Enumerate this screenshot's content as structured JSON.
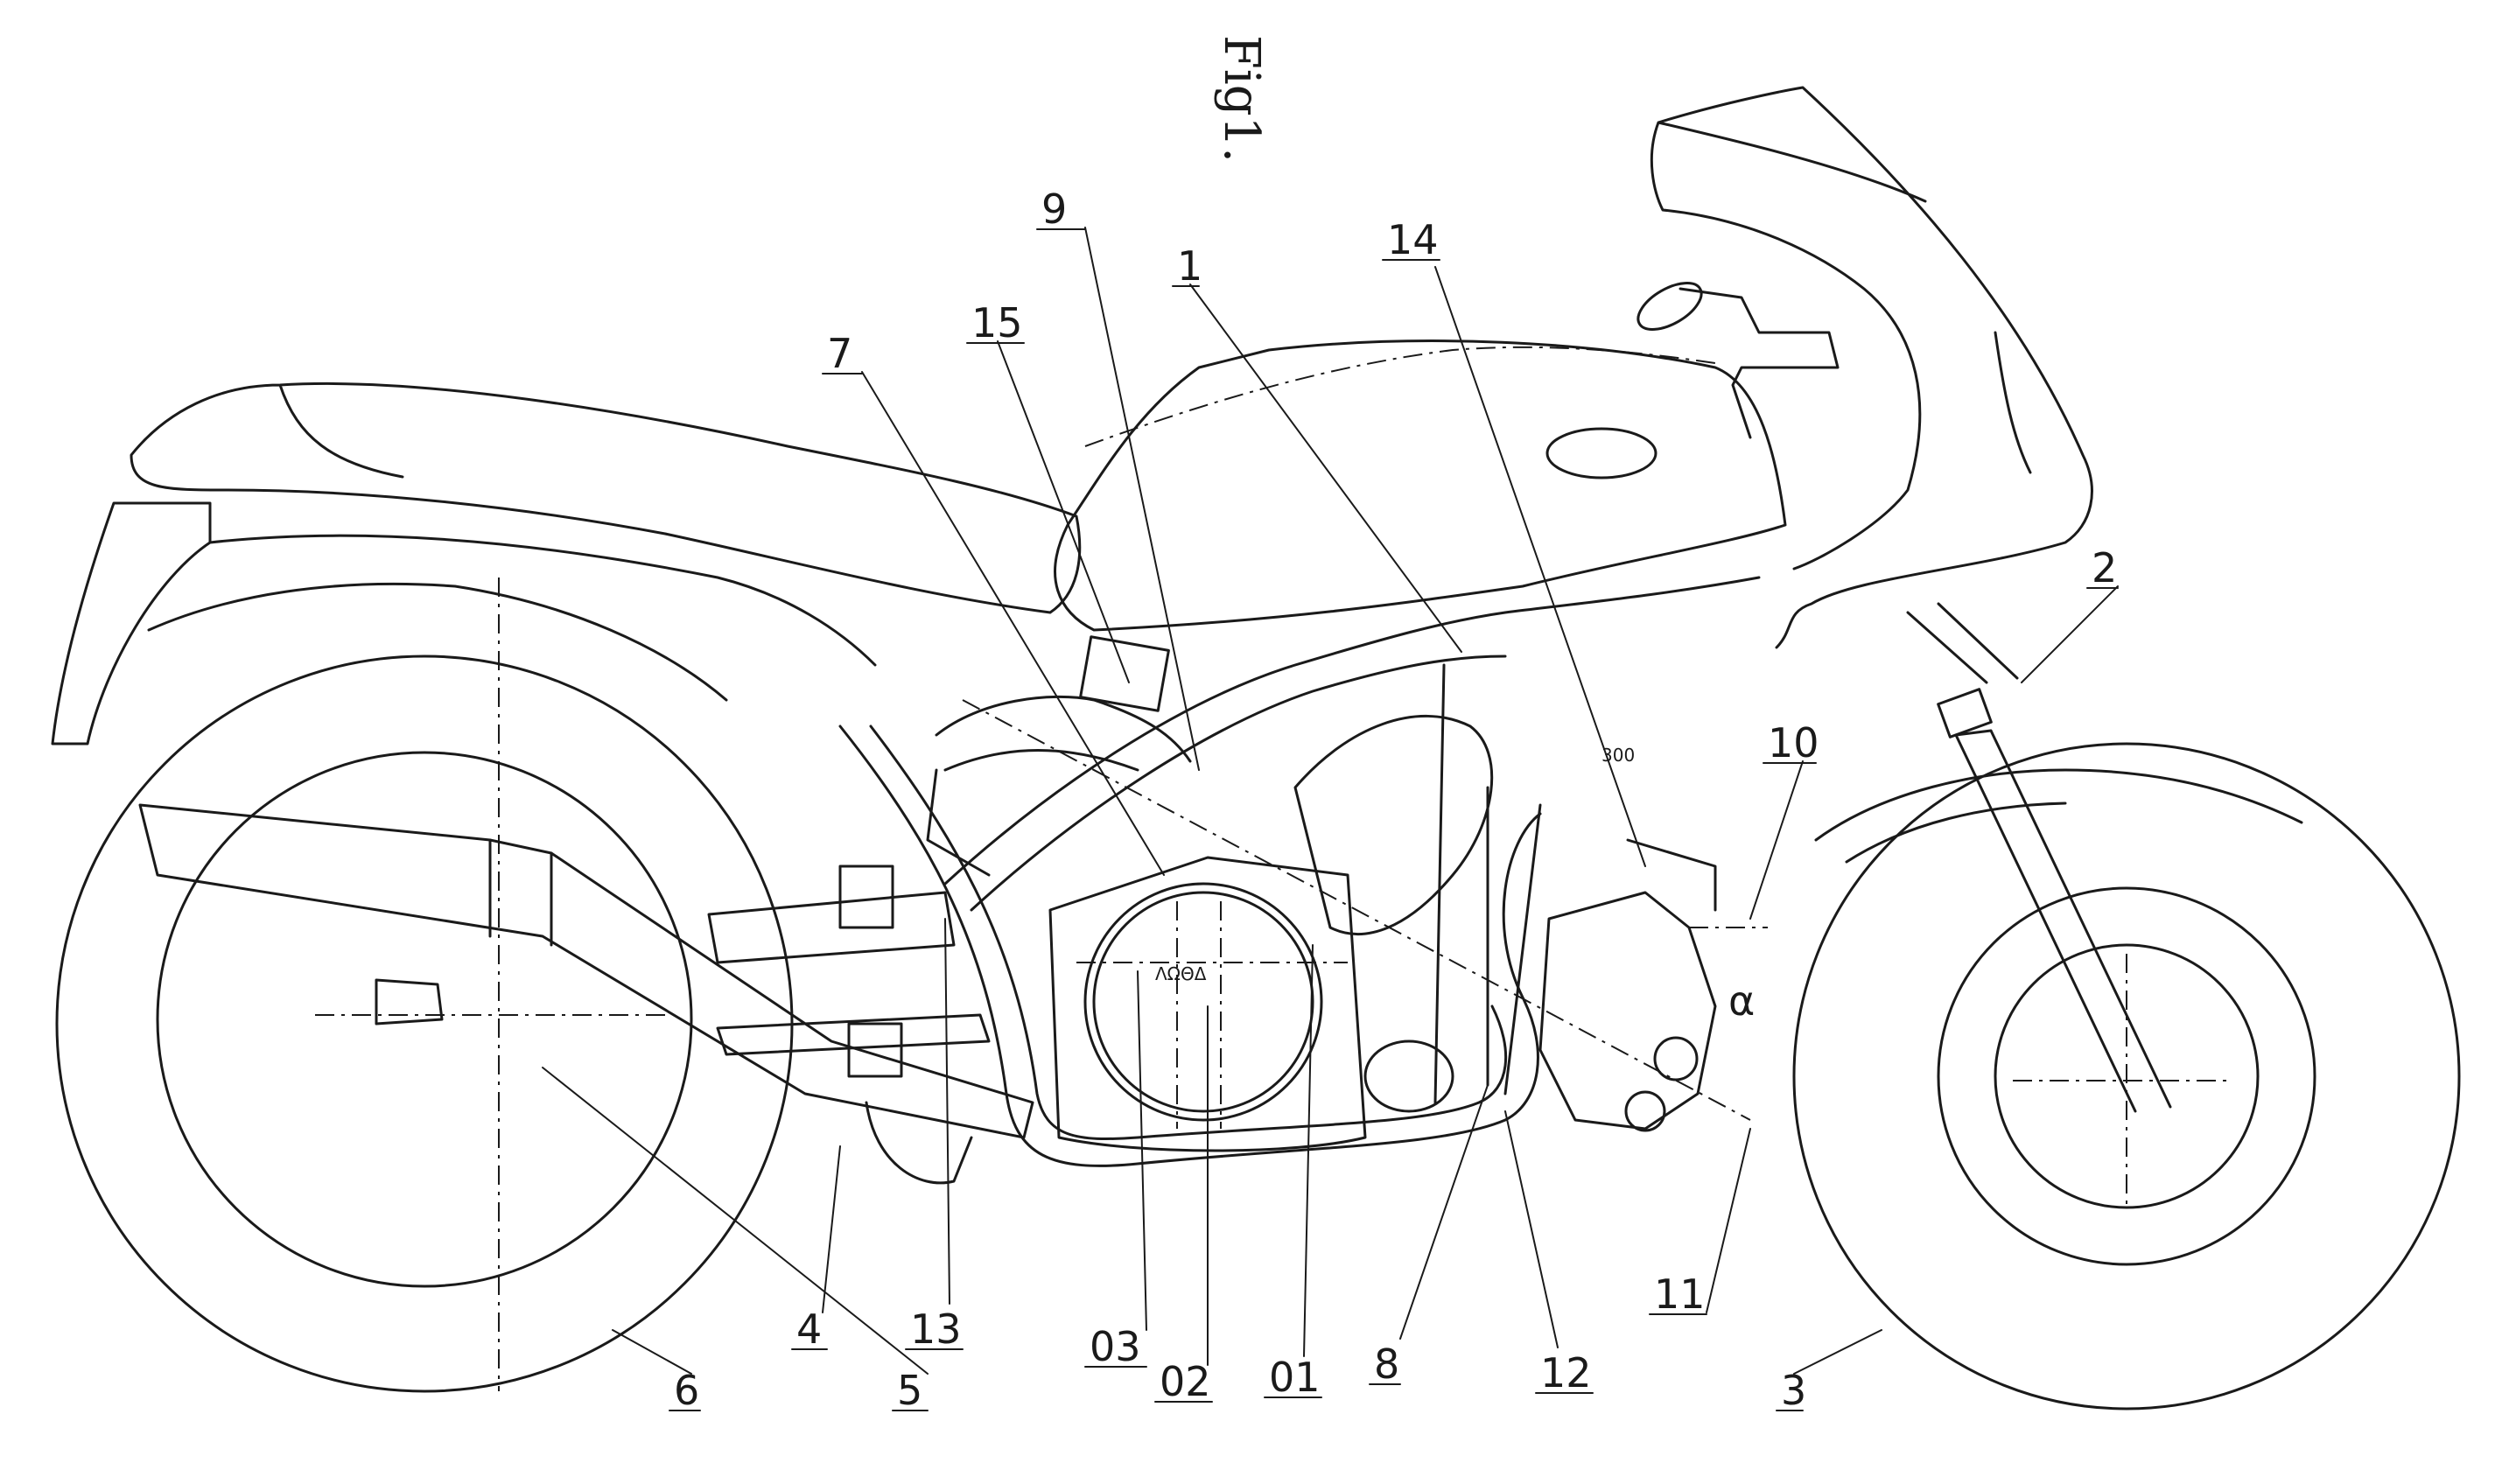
{
  "figure": {
    "title": "Fig1.",
    "small_note": "300",
    "angle_symbol": "α"
  },
  "labels": {
    "l1": "1",
    "l2": "2",
    "l3": "3",
    "l4": "4",
    "l5": "5",
    "l6": "6",
    "l7": "7",
    "l8": "8",
    "l9": "9",
    "l10": "10",
    "l11": "11",
    "l12": "12",
    "l13": "13",
    "l14": "14",
    "l15": "15",
    "l01": "01",
    "l02": "02",
    "l03": "03"
  },
  "engraving": "ΛΩΘΔ",
  "colors": {
    "ink": "#1a1a1a",
    "paper": "#ffffff"
  }
}
